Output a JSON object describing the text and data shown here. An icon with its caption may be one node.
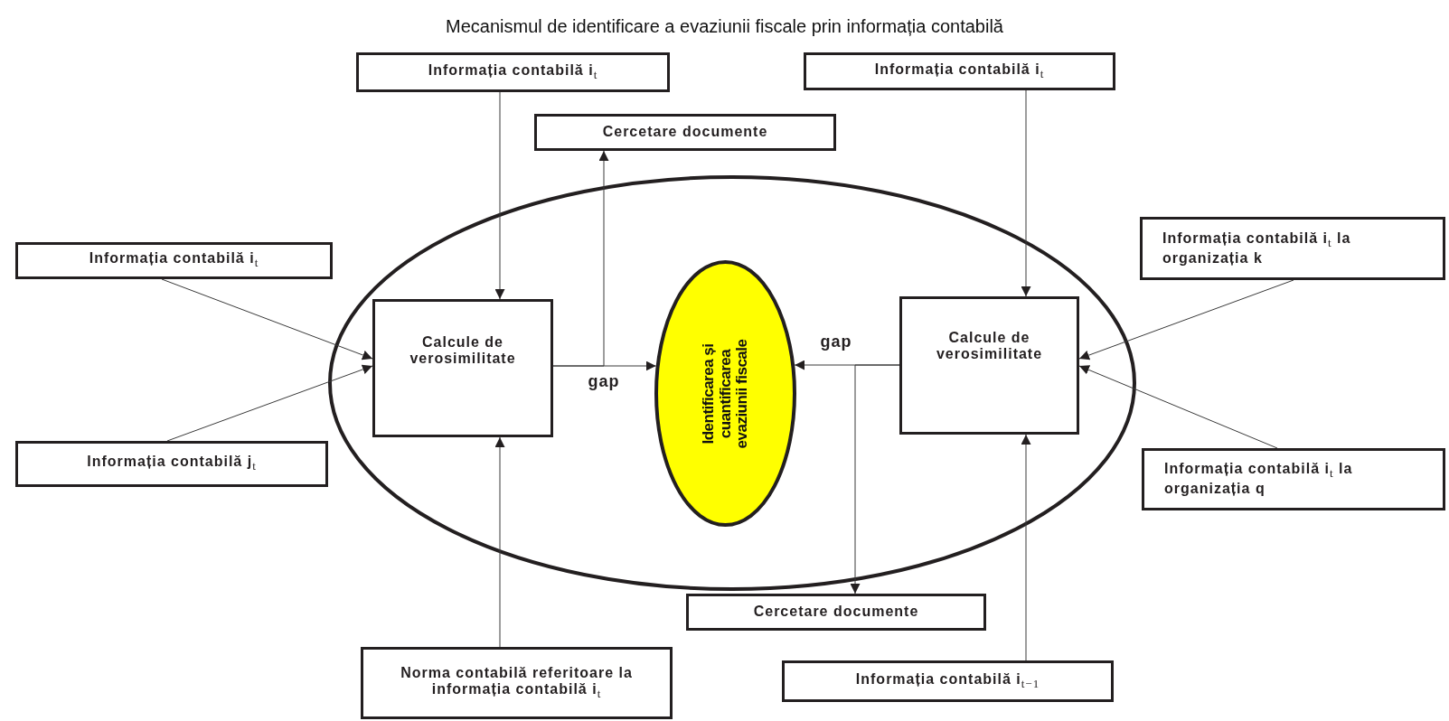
{
  "diagram": {
    "title": "Mecanismul de identificare a evaziunii fiscale prin informația contabilă",
    "nodes": [
      {
        "text": [],
        "shape": "ellipse"
      },
      {
        "text": [
          "Informația contabilă i$_{t}$"
        ]
      },
      {
        "text": [
          "Informația contabilă i$_{t}$"
        ]
      },
      {
        "text": [
          "Cercetare documente"
        ]
      },
      {
        "text": [
          "Informația contabilă i$_{t}$"
        ]
      },
      {
        "text": [
          "Calcule de verosimilitate"
        ],
        "in": 0
      },
      {
        "text": [
          "Identificarea și cuantificarea evaziunii fiscale"
        ],
        "in": 0
      },
      {
        "text": [
          "Calcule de verosimilitate"
        ],
        "in": 0
      },
      {
        "text": [
          "Informația contabilă i$_{t}$ la organizația k"
        ]
      },
      {
        "text": [
          "Informația contabilă j$_{t}$"
        ]
      },
      {
        "text": [
          "Informația contabilă i$_{t}$ la organizația q"
        ]
      },
      {
        "text": [
          "Cercetare documente"
        ]
      },
      {
        "text": [
          "Norma contabilă referitoare la informația contabilă i$_{t}$"
        ]
      },
      {
        "text": [
          "Informația contabilă i$_{t−1}$"
        ]
      }
    ],
    "edges": [
      {
        "from": 1,
        "to": 5,
        "arrow": "to"
      },
      {
        "from": 2,
        "to": 7,
        "arrow": "to"
      },
      {
        "from": 4,
        "to": 5,
        "arrow": "to"
      },
      {
        "from": 9,
        "to": 5,
        "arrow": "to"
      },
      {
        "from": 12,
        "to": 5,
        "arrow": "to"
      },
      {
        "from": 8,
        "to": 7,
        "arrow": "to"
      },
      {
        "from": 10,
        "to": 7,
        "arrow": "to"
      },
      {
        "from": 13,
        "to": 7,
        "arrow": "to"
      },
      {
        "from": 5,
        "to": 6,
        "arrow": "to",
        "label": "gap"
      },
      {
        "from": 7,
        "to": 6,
        "arrow": "to",
        "label": "gap"
      },
      {
        "from": 5,
        "to": 3,
        "arrow": "to"
      },
      {
        "from": 7,
        "to": 11,
        "arrow": "to"
      }
    ]
  }
}
